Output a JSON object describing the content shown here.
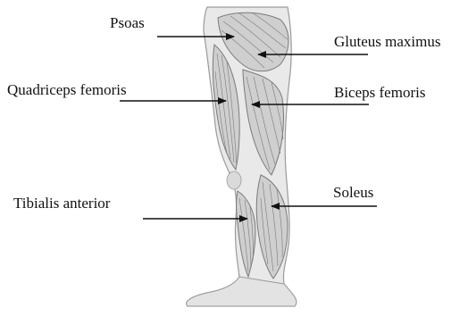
{
  "diagram": {
    "labels": {
      "psoas": "Psoas",
      "gluteus_maximus": "Gluteus maximus",
      "quadriceps_femoris": "Quadriceps femoris",
      "biceps_femoris": "Biceps femoris",
      "soleus": "Soleus",
      "tibialis_anterior": "Tibialis anterior"
    },
    "colors": {
      "skin": "#e9e9e9",
      "skin_outline": "#9a9a9a",
      "muscle": "#cfcfcf",
      "muscle_fiber": "#7a7a7a",
      "arrow": "#111111",
      "text": "#111111"
    }
  }
}
